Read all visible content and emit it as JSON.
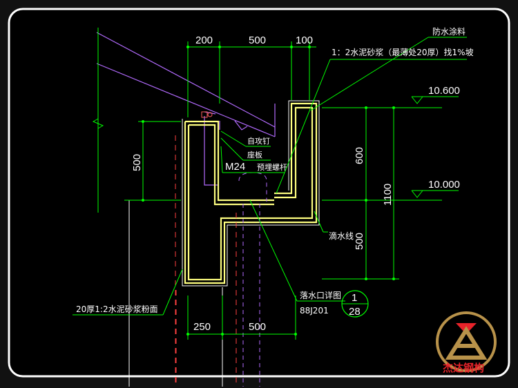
{
  "dimensions": {
    "top": [
      "200",
      "500",
      "100"
    ],
    "bottom": [
      "250",
      "500"
    ],
    "left": "500",
    "right": [
      "600",
      "1100",
      "500"
    ]
  },
  "elevations": [
    "10.600",
    "10.000"
  ],
  "labels": {
    "waterproof": "防水涂料",
    "mortar_top": "1：2水泥砂浆（最薄处20厚）找1%坡",
    "screw": "自攻钉",
    "seat_plate": "座板",
    "bolt_prefix": "M24",
    "bolt": "预埋螺杆",
    "drip": "滴水线",
    "mortar_bottom": "20厚1:2水泥砂浆粉面",
    "outlet": "落水口详图",
    "outlet_ref": "88J201"
  },
  "detail_ref": {
    "number": "1",
    "sheet": "28"
  },
  "watermark": {
    "brand": "杰达钢构"
  },
  "colors": {
    "background": "#000000",
    "frame": "#ffffff",
    "dimension": "#00ff00",
    "purple": "#b36bff",
    "yellow": "#ffff80",
    "red": "#ff4040",
    "logo_gold": "#b8924a",
    "logo_red": "#e8232a"
  }
}
